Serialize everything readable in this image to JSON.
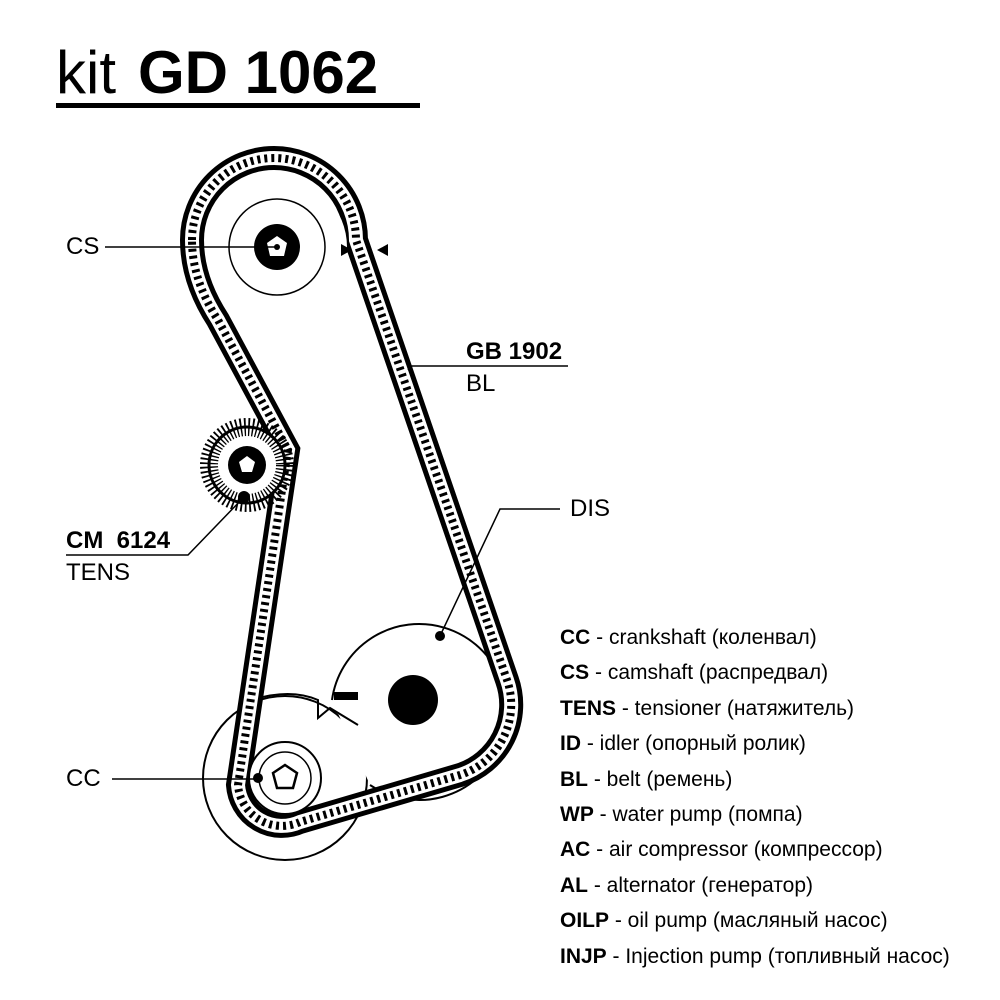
{
  "title": {
    "kit": "kit",
    "code": "GD 1062"
  },
  "labels": {
    "cs": "CS",
    "cc": "CC",
    "dis": "DIS",
    "belt_code": "GB 1902",
    "belt_type": "BL",
    "tens_code": "CM  6124",
    "tens_type": "TENS"
  },
  "legend": [
    {
      "abbr": "CC",
      "text": " - crankshaft (коленвал)"
    },
    {
      "abbr": "CS",
      "text": " - camshaft (распредвал)"
    },
    {
      "abbr": "TENS",
      "text": " - tensioner (натяжитель)"
    },
    {
      "abbr": "ID",
      "text": " - idler (опорный ролик)"
    },
    {
      "abbr": "BL",
      "text": " - belt (ремень)"
    },
    {
      "abbr": "WP",
      "text": " - water pump (помпа)"
    },
    {
      "abbr": "AC",
      "text": " - air compressor (компрессор)"
    },
    {
      "abbr": "AL",
      "text": " - alternator (генератор)"
    },
    {
      "abbr": "OILP",
      "text": " - oil pump (масляный насос)"
    },
    {
      "abbr": "INJP",
      "text": " - Injection pump (топливный насос)"
    }
  ]
}
